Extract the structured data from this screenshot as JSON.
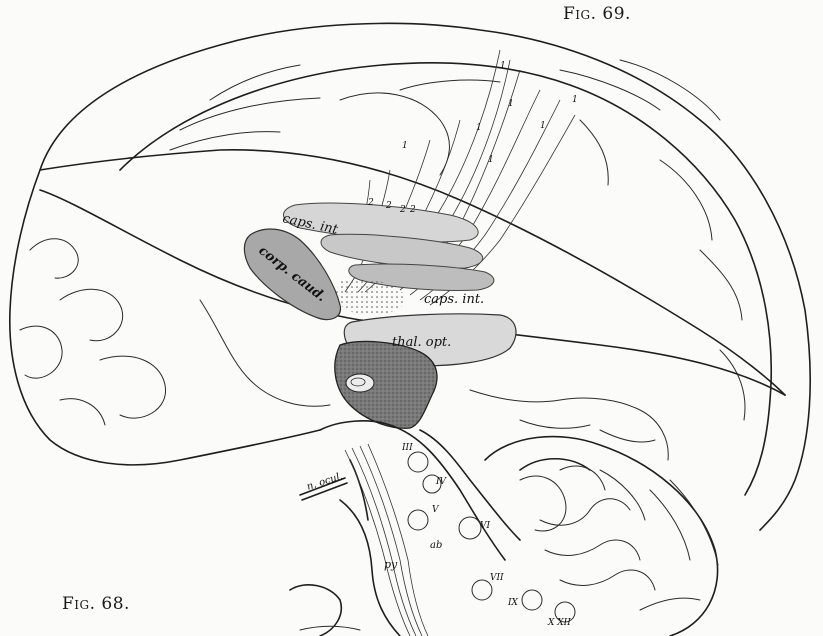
{
  "figure_captions": {
    "upper_right": "Fig. 69.",
    "lower_left": "Fig. 68."
  },
  "labels": {
    "caps_int_upper": "caps. int",
    "corp_caud": "corp. caud.",
    "caps_int_lower": "caps. int.",
    "thal_opt": "thal. opt.",
    "n_ocul": "n. ocul.",
    "nerve_iii": "III",
    "nerve_iv": "IV",
    "nerve_v": "V",
    "nerve_vi": "VI",
    "nerve_vii": "VII",
    "nerve_ix": "IX",
    "nerve_x_xii": "X XII",
    "py": "py",
    "ab": "ab",
    "fiber_marks": [
      "2",
      "2",
      "2",
      "2",
      "1",
      "1",
      "1",
      "1",
      "1",
      "1",
      "1"
    ]
  },
  "colors": {
    "ink": "#1e1e1e",
    "paper": "#fbfbf9",
    "light_gray": "#d2d2d2",
    "mid_gray": "#b9b9b9",
    "dark_stipple": "#6e6e6e"
  }
}
